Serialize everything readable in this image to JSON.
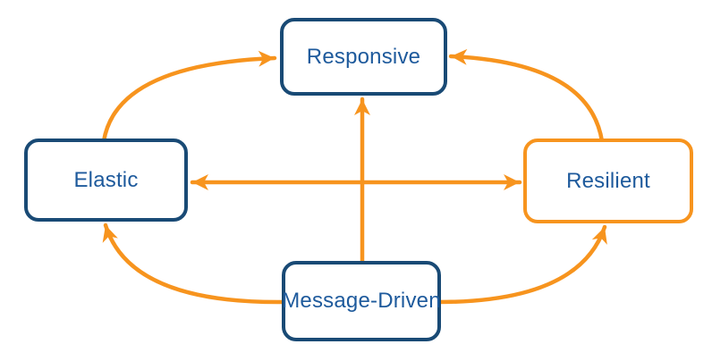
{
  "colors": {
    "background": "#ffffff",
    "navy": "#194a75",
    "orange": "#f7941e",
    "label": "#1e5a9c"
  },
  "nodes": {
    "responsive": {
      "label": "Responsive",
      "border": "navy"
    },
    "elastic": {
      "label": "Elastic",
      "border": "navy"
    },
    "resilient": {
      "label": "Resilient",
      "border": "orange"
    },
    "message_driven": {
      "label": "Message-Driven",
      "border": "navy"
    }
  },
  "edges": [
    {
      "from": "elastic",
      "to": "responsive",
      "style": "curved",
      "bidirectional": false
    },
    {
      "from": "resilient",
      "to": "responsive",
      "style": "curved",
      "bidirectional": false
    },
    {
      "from": "elastic",
      "to": "resilient",
      "style": "straight",
      "bidirectional": true
    },
    {
      "from": "message_driven",
      "to": "responsive",
      "style": "straight",
      "bidirectional": false
    },
    {
      "from": "message_driven",
      "to": "elastic",
      "style": "curved",
      "bidirectional": false
    },
    {
      "from": "message_driven",
      "to": "resilient",
      "style": "curved",
      "bidirectional": false
    }
  ]
}
